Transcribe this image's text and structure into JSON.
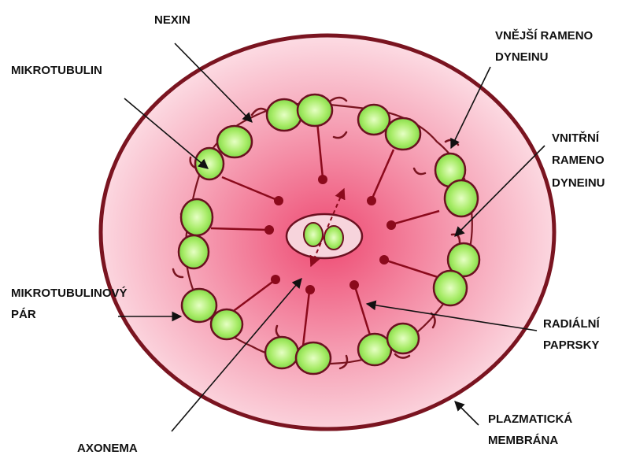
{
  "colors": {
    "membrane": "#7a1420",
    "cytoplasm_center": "#ee4a72",
    "cytoplasm_edge": "#fde4ea",
    "microtubule_fill": "#8ee04a",
    "microtubule_light": "#e6ffc4",
    "spoke": "#8b0a1c",
    "label": "#111111"
  },
  "labels": {
    "nexin": "NEXIN",
    "mikrotubulin": "MIKROTUBULIN",
    "vnejsi_rameno_1": "VNĚJŠÍ RAMENO",
    "vnejsi_rameno_2": "DYNEINU",
    "vnitrni_rameno_1": "VNITŘNÍ",
    "vnitrni_rameno_2": "RAMENO",
    "vnitrni_rameno_3": "DYNEINU",
    "mikrotubulinovy_par_1": "MIKROTUBULINOVÝ",
    "mikrotubulinovy_par_2": "PÁR",
    "radialni_1": "RADIÁLNÍ",
    "radialni_2": "PAPRSKY",
    "axonema": "AXONEMA",
    "plazmaticka_1": "PLAZMATICKÁ",
    "plazmaticka_2": "MEMBRÁNA"
  }
}
